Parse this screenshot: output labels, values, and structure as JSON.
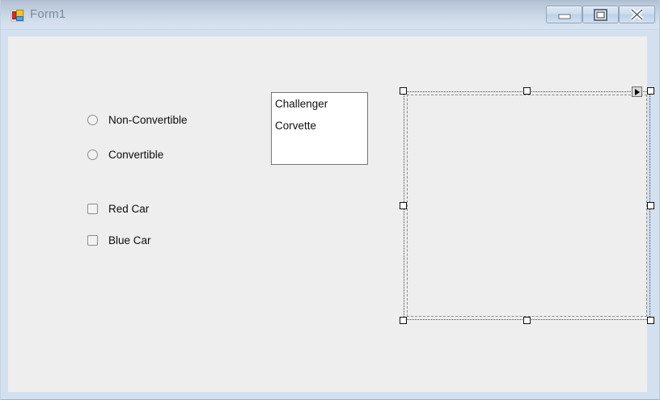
{
  "window": {
    "title": "Form1",
    "icon": "winform-icon",
    "frame_color": "#d3e0ef",
    "client_color": "#efeeee",
    "titlebar_gradient_top": "#b2c1d1",
    "titlebar_gradient_bottom": "#d6e2ef",
    "title_color": "#7b8a9b"
  },
  "caption_buttons": [
    {
      "name": "minimize",
      "label": "Minimize",
      "icon": "minimize-icon"
    },
    {
      "name": "maximize",
      "label": "Maximize",
      "icon": "maximize-icon"
    },
    {
      "name": "close",
      "label": "Close",
      "icon": "close-icon"
    }
  ],
  "form": {
    "radio_buttons": [
      {
        "label": "Non-Convertible",
        "checked": false
      },
      {
        "label": "Convertible",
        "checked": false
      }
    ],
    "check_boxes": [
      {
        "label": "Red Car",
        "checked": false
      },
      {
        "label": "Blue Car",
        "checked": false
      }
    ],
    "listbox": {
      "items": [
        "Challenger",
        "Corvette"
      ],
      "background": "#ffffff",
      "border_color": "#76767e"
    },
    "selected_control": {
      "type": "panel",
      "selected": true,
      "handle_count": 8,
      "smart_tag_icon": "triangle-right-icon",
      "border_style": "dashed",
      "selection_style": "dotted"
    }
  }
}
